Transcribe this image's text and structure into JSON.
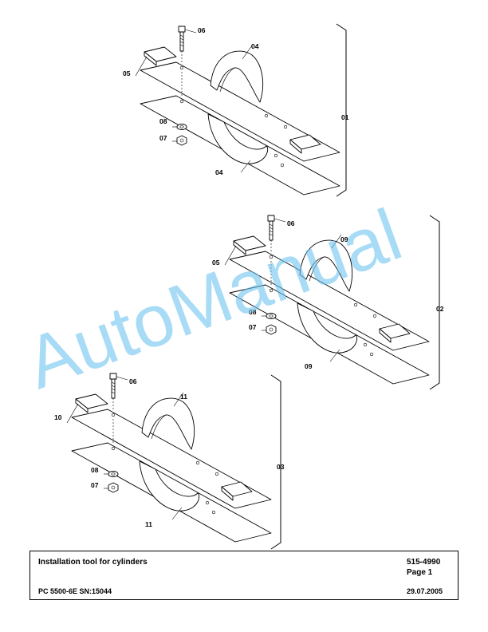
{
  "title_block": {
    "title": "Installation tool for cylinders",
    "part_number": "515-4990",
    "page": "Page 1",
    "machine": "PC 5500-6E SN:15044",
    "date": "29.07.2005"
  },
  "watermark": "AutoManual",
  "assemblies": [
    {
      "id": "01",
      "labels": {
        "bolt": "06",
        "plate": "05",
        "clamp_top": "04",
        "clamp_bottom": "04",
        "washer": "08",
        "nut": "07"
      }
    },
    {
      "id": "02",
      "labels": {
        "bolt": "06",
        "plate": "05",
        "clamp_top": "09",
        "clamp_bottom": "09",
        "washer": "08",
        "nut": "07"
      }
    },
    {
      "id": "03",
      "labels": {
        "bolt": "06",
        "plate": "10",
        "clamp_top": "11",
        "clamp_bottom": "11",
        "washer": "08",
        "nut": "07"
      }
    }
  ]
}
